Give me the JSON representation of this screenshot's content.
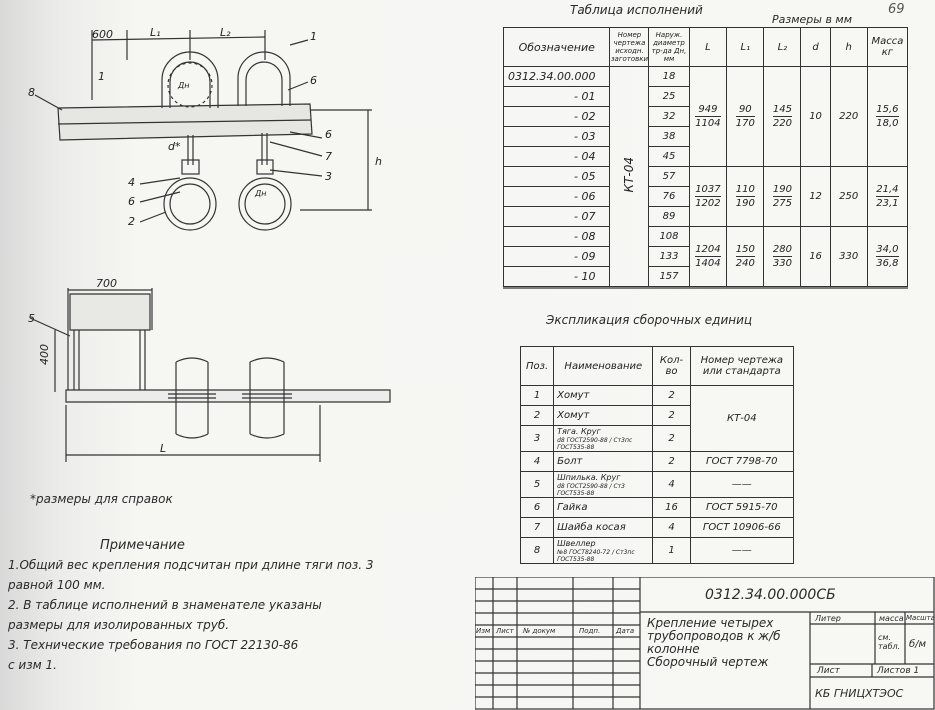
{
  "page_number": "69",
  "drawing": {
    "dims": {
      "d600": "600",
      "l1": "L₁",
      "l2": "L₂",
      "d700": "700",
      "d400": "400",
      "L": "L",
      "h": "h",
      "d_star": "d*",
      "dn1": "Дн",
      "dn2": "Дн",
      "one": "1"
    },
    "callouts": [
      "1",
      "6",
      "8",
      "6",
      "7",
      "3",
      "4",
      "6",
      "2",
      "5"
    ]
  },
  "reference_note": "*размеры для справок",
  "notes": {
    "heading": "Примечание",
    "lines": [
      "1.Общий вес крепления подсчитан при длине тяги   поз. 3",
      "  равной 100 мм.",
      "2. В таблице исполнений в знаменателе указаны",
      "  размеры для изолированных труб.",
      "3. Технические требования по ГОСТ 22130-86",
      "  с изм 1."
    ]
  },
  "table1": {
    "title": "Таблица исполнений",
    "units": "Размеры в мм",
    "headers": [
      "Обозначение",
      "Номер чертежа исходн. заготовки",
      "Наруж. диаметр тр-да Дн, мм",
      "L",
      "L₁",
      "L₂",
      "d",
      "h",
      "Масса кг"
    ],
    "designations": [
      "0312.34.00.000",
      "- 01",
      "- 02",
      "- 03",
      "- 04",
      "- 05",
      "- 06",
      "- 07",
      "- 08",
      "- 09",
      "- 10"
    ],
    "source_drawing": "КТ-04",
    "diameters": [
      "18",
      "25",
      "32",
      "38",
      "45",
      "57",
      "76",
      "89",
      "108",
      "133",
      "157"
    ],
    "groups": [
      {
        "L": [
          "949",
          "1104"
        ],
        "L1": [
          "90",
          "170"
        ],
        "L2": [
          "145",
          "220"
        ],
        "d": "10",
        "h": "220",
        "mass": [
          "15,6",
          "18,0"
        ]
      },
      {
        "L": [
          "1037",
          "1202"
        ],
        "L1": [
          "110",
          "190"
        ],
        "L2": [
          "190",
          "275"
        ],
        "d": "12",
        "h": "250",
        "mass": [
          "21,4",
          "23,1"
        ]
      },
      {
        "L": [
          "1204",
          "1404"
        ],
        "L1": [
          "150",
          "240"
        ],
        "L2": [
          "280",
          "330"
        ],
        "d": "16",
        "h": "330",
        "mass": [
          "34,0",
          "36,8"
        ]
      }
    ]
  },
  "table2": {
    "title": "Экспликация сборочных единиц",
    "headers": [
      "Поз.",
      "Наименование",
      "Кол-во",
      "Номер чертежа или стандарта"
    ],
    "rows": [
      {
        "pos": "1",
        "name": "Хомут",
        "sub": "",
        "qty": "2",
        "std": "КТ-04"
      },
      {
        "pos": "2",
        "name": "Хомут",
        "sub": "",
        "qty": "2",
        "std": ""
      },
      {
        "pos": "3",
        "name": "Тяга. Круг",
        "sub": "d8 ГОСТ2590-88 / Ст3пс ГОСТ535-88",
        "qty": "2",
        "std": ""
      },
      {
        "pos": "4",
        "name": "Болт",
        "sub": "",
        "qty": "2",
        "std": "ГОСТ 7798-70"
      },
      {
        "pos": "5",
        "name": "Шпилька. Круг",
        "sub": "d8 ГОСТ2590-88 / Ст3 ГОСТ535-88",
        "qty": "4",
        "std": "——"
      },
      {
        "pos": "6",
        "name": "Гайка",
        "sub": "",
        "qty": "16",
        "std": "ГОСТ 5915-70"
      },
      {
        "pos": "7",
        "name": "Шайба косая",
        "sub": "",
        "qty": "4",
        "std": "ГОСТ 10906-66"
      },
      {
        "pos": "8",
        "name": "Швеллер",
        "sub": "№8 ГОСТ8240-72 / Ст3пс ГОСТ535-88",
        "qty": "1",
        "std": "——"
      }
    ]
  },
  "title_block": {
    "code": "0312.34.00.000СБ",
    "title_lines": [
      "Крепление четырех",
      "трубопроводов к ж/б",
      "колонне",
      "Сборочный чертеж"
    ],
    "col_labels": [
      "Изм",
      "Лист",
      "№ докум",
      "Подп.",
      "Дата"
    ],
    "litera": "Литер",
    "mass": "масса",
    "scale": "Масштаб",
    "mass_value": "см. табл.",
    "scale_value": "б/м",
    "sheet": "Лист",
    "sheets": "Листов 1",
    "org": "КБ ГНИЦХТЭОС"
  }
}
